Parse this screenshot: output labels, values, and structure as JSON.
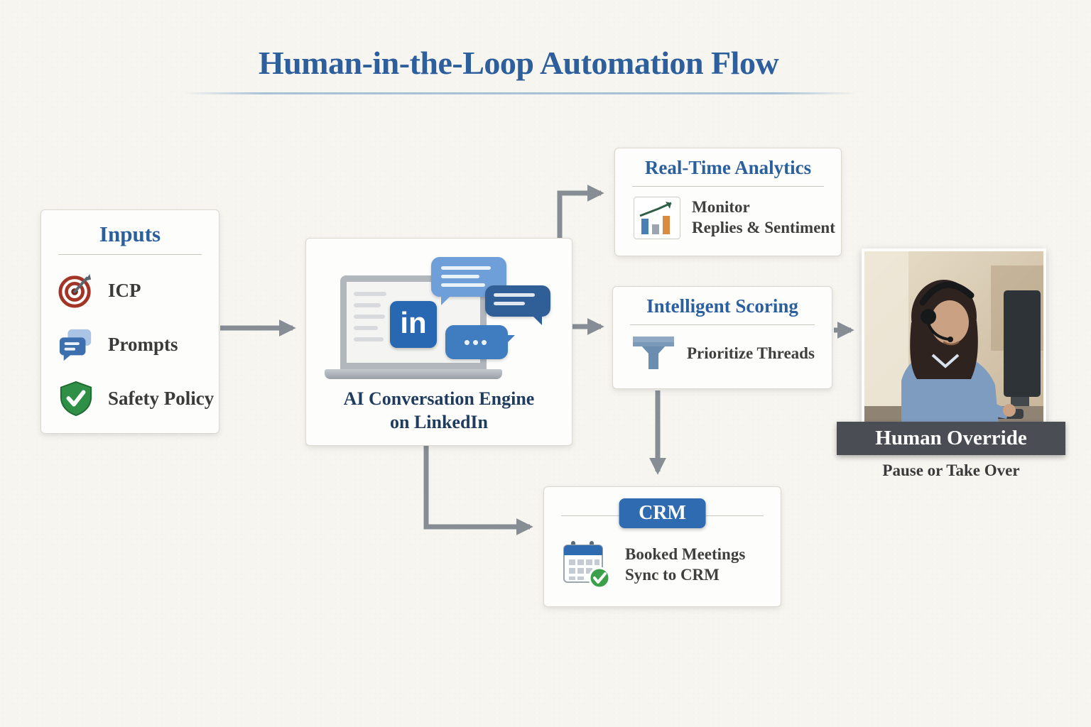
{
  "title": "Human-in-the-Loop Automation Flow",
  "inputs": {
    "title": "Inputs",
    "items": [
      {
        "label": "ICP",
        "icon": "target-icon"
      },
      {
        "label": "Prompts",
        "icon": "chat-bubbles-icon"
      },
      {
        "label": "Safety Policy",
        "icon": "shield-check-icon"
      }
    ]
  },
  "engine": {
    "linkedin_logo": "in",
    "bubble_dots": "•••",
    "caption_line1": "AI Conversation Engine",
    "caption_line2": "on LinkedIn"
  },
  "analytics": {
    "title": "Real-Time Analytics",
    "line1": "Monitor",
    "line2": "Replies & Sentiment"
  },
  "scoring": {
    "title": "Intelligent Scoring",
    "text": "Prioritize Threads"
  },
  "crm": {
    "badge": "CRM",
    "line1": "Booked Meetings",
    "line2": "Sync to CRM"
  },
  "override": {
    "title": "Human Override",
    "subtitle": "Pause or Take Over"
  },
  "colors": {
    "accent_blue": "#2b5f9e",
    "linkedin_blue": "#2867b2",
    "arrow_gray": "#868d94",
    "shield_green": "#2f8f46",
    "target_red": "#a33527",
    "banner_dark": "#4a4e54",
    "background": "#f7f5f0"
  }
}
